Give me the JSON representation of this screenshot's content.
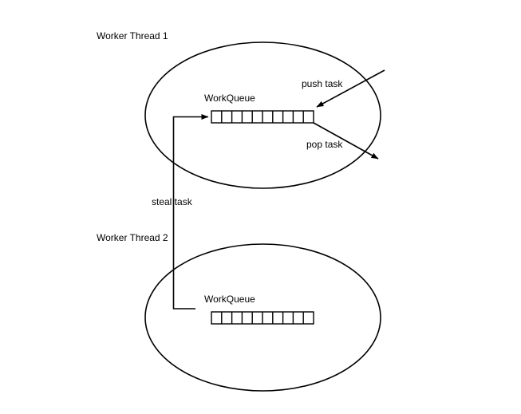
{
  "colors": {
    "background": "#ffffff",
    "line": "#000000",
    "text": "#000000"
  },
  "thread1": {
    "title": "Worker Thread 1",
    "queue": {
      "label": "WorkQueue",
      "cells": 10
    },
    "push_label": "push task",
    "pop_label": "pop task"
  },
  "steal_label": "steal task",
  "thread2": {
    "title": "Worker Thread 2",
    "queue": {
      "label": "WorkQueue",
      "cells": 10
    }
  }
}
